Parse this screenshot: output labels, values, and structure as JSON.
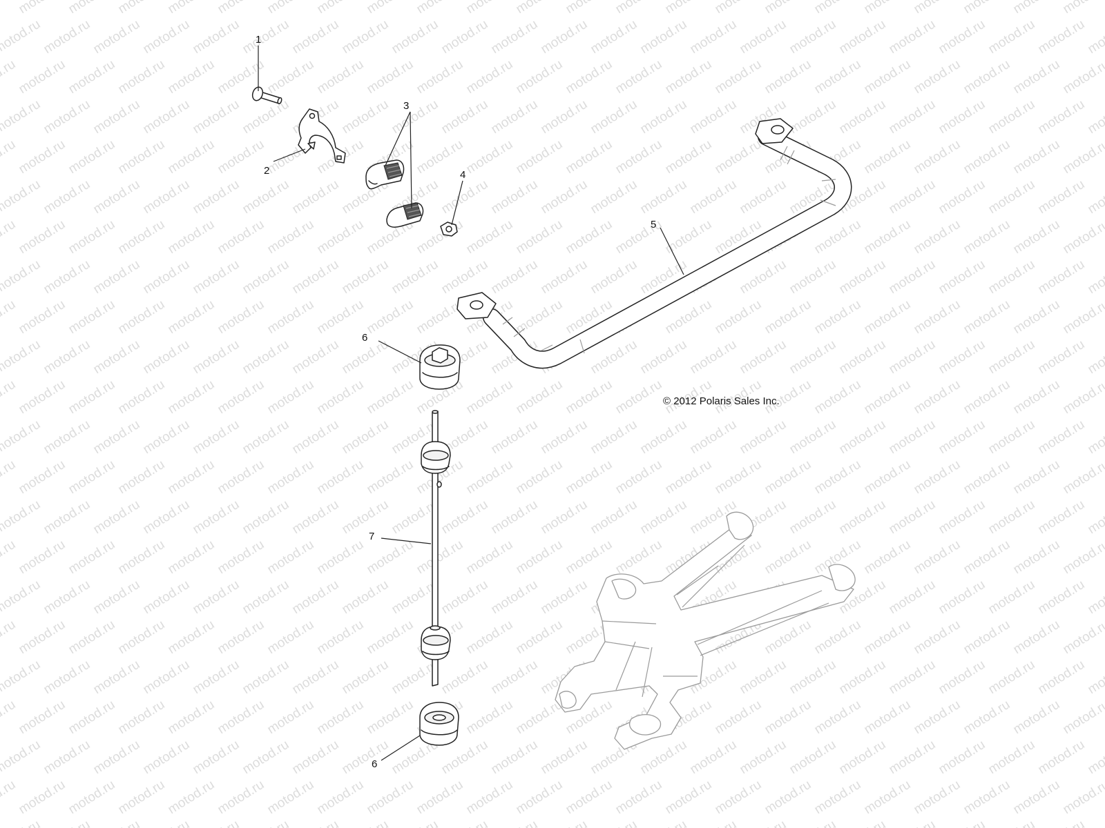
{
  "diagram": {
    "watermark": {
      "text": "motod.ru"
    },
    "callouts": [
      {
        "id": "1",
        "label": "1"
      },
      {
        "id": "2",
        "label": "2"
      },
      {
        "id": "3",
        "label": "3"
      },
      {
        "id": "4",
        "label": "4"
      },
      {
        "id": "5",
        "label": "5"
      },
      {
        "id": "6",
        "label": "6"
      },
      {
        "id": "7",
        "label": "7"
      },
      {
        "id": "6b",
        "label": "6"
      }
    ],
    "copyright": "© 2012 Polaris Sales Inc."
  }
}
